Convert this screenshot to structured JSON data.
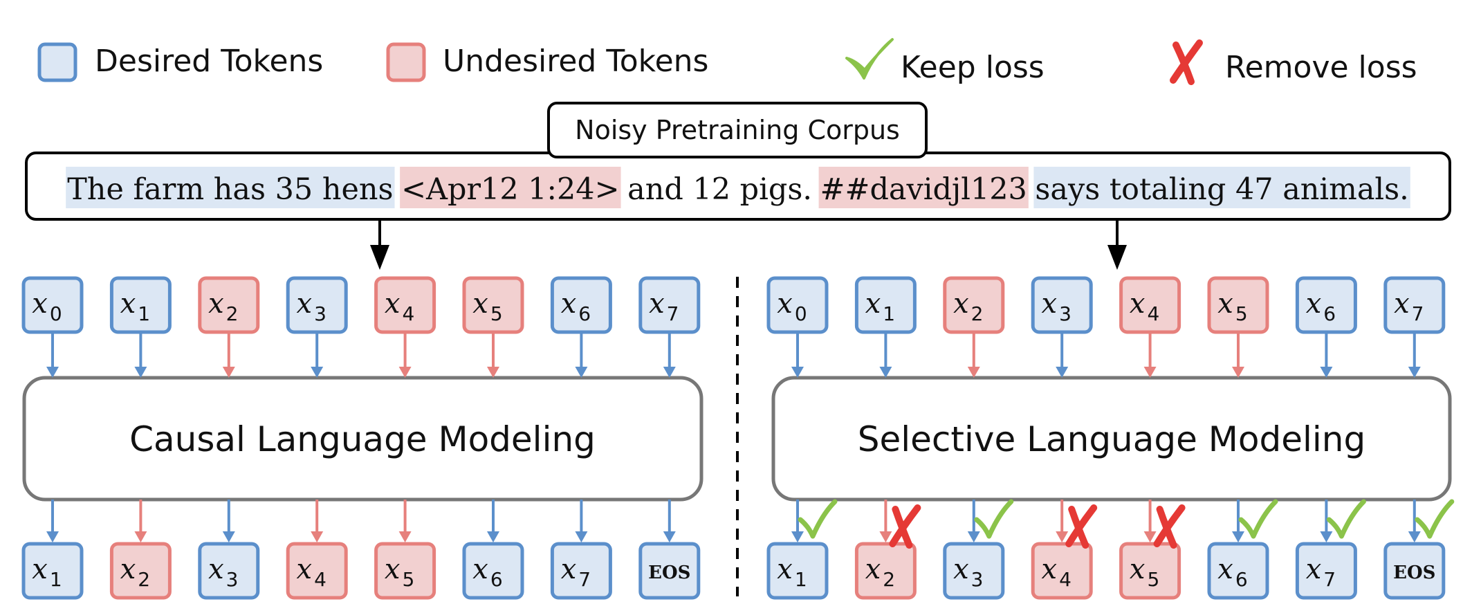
{
  "legend": {
    "desired_label": "Desired Tokens",
    "undesired_label": "Undesired Tokens",
    "keep_label": "Keep loss",
    "remove_label": "Remove loss",
    "keep_icon": "checkmark-icon",
    "remove_icon": "cross-icon"
  },
  "corpus": {
    "title": "Noisy Pretraining Corpus",
    "segments": [
      {
        "text": "The farm has 35 hens",
        "type": "desired"
      },
      {
        "text": "<Apr12 1:24>",
        "type": "undesired"
      },
      {
        "text": "and 12 pigs.",
        "type": "plain"
      },
      {
        "text": "##davidjl123",
        "type": "undesired"
      },
      {
        "text": "says totaling 47 animals.",
        "type": "desired"
      }
    ]
  },
  "panels": [
    {
      "label": "Causal Language Modeling",
      "inputs": [
        {
          "base": "x",
          "sub": "0",
          "type": "desired"
        },
        {
          "base": "x",
          "sub": "1",
          "type": "desired"
        },
        {
          "base": "x",
          "sub": "2",
          "type": "undesired"
        },
        {
          "base": "x",
          "sub": "3",
          "type": "desired"
        },
        {
          "base": "x",
          "sub": "4",
          "type": "undesired"
        },
        {
          "base": "x",
          "sub": "5",
          "type": "undesired"
        },
        {
          "base": "x",
          "sub": "6",
          "type": "desired"
        },
        {
          "base": "x",
          "sub": "7",
          "type": "desired"
        }
      ],
      "outputs": [
        {
          "base": "x",
          "sub": "1",
          "type": "desired",
          "loss": "none"
        },
        {
          "base": "x",
          "sub": "2",
          "type": "undesired",
          "loss": "none"
        },
        {
          "base": "x",
          "sub": "3",
          "type": "desired",
          "loss": "none"
        },
        {
          "base": "x",
          "sub": "4",
          "type": "undesired",
          "loss": "none"
        },
        {
          "base": "x",
          "sub": "5",
          "type": "undesired",
          "loss": "none"
        },
        {
          "base": "x",
          "sub": "6",
          "type": "desired",
          "loss": "none"
        },
        {
          "base": "x",
          "sub": "7",
          "type": "desired",
          "loss": "none"
        },
        {
          "base": "EOS",
          "sub": "",
          "type": "desired",
          "loss": "none"
        }
      ]
    },
    {
      "label": "Selective Language Modeling",
      "inputs": [
        {
          "base": "x",
          "sub": "0",
          "type": "desired"
        },
        {
          "base": "x",
          "sub": "1",
          "type": "desired"
        },
        {
          "base": "x",
          "sub": "2",
          "type": "undesired"
        },
        {
          "base": "x",
          "sub": "3",
          "type": "desired"
        },
        {
          "base": "x",
          "sub": "4",
          "type": "undesired"
        },
        {
          "base": "x",
          "sub": "5",
          "type": "undesired"
        },
        {
          "base": "x",
          "sub": "6",
          "type": "desired"
        },
        {
          "base": "x",
          "sub": "7",
          "type": "desired"
        }
      ],
      "outputs": [
        {
          "base": "x",
          "sub": "1",
          "type": "desired",
          "loss": "keep"
        },
        {
          "base": "x",
          "sub": "2",
          "type": "undesired",
          "loss": "remove"
        },
        {
          "base": "x",
          "sub": "3",
          "type": "desired",
          "loss": "keep"
        },
        {
          "base": "x",
          "sub": "4",
          "type": "undesired",
          "loss": "remove"
        },
        {
          "base": "x",
          "sub": "5",
          "type": "undesired",
          "loss": "remove"
        },
        {
          "base": "x",
          "sub": "6",
          "type": "desired",
          "loss": "keep"
        },
        {
          "base": "x",
          "sub": "7",
          "type": "desired",
          "loss": "keep"
        },
        {
          "base": "EOS",
          "sub": "",
          "type": "desired",
          "loss": "keep"
        }
      ]
    }
  ],
  "colors": {
    "desired_fill": "#dce7f4",
    "desired_stroke": "#5b8fcb",
    "undesired_fill": "#f2d0d0",
    "undesired_stroke": "#e6807c",
    "check": "#8bc34a",
    "cross": "#e53935",
    "box_stroke": "#777777",
    "text": "#111111"
  }
}
